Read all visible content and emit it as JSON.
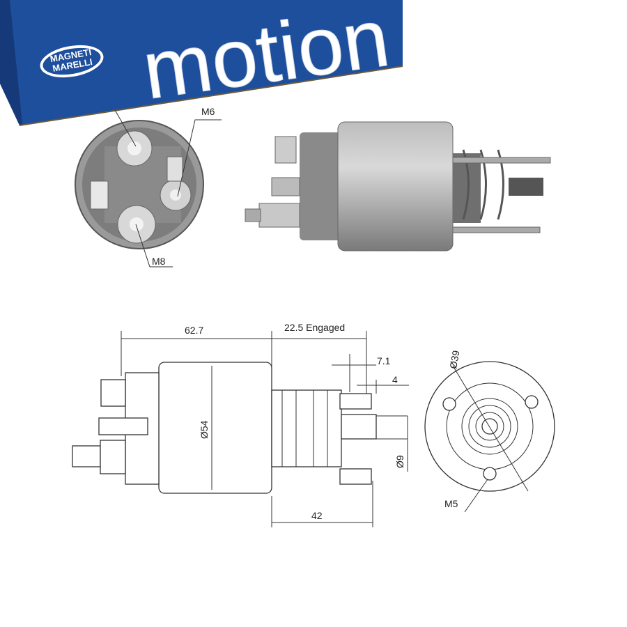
{
  "banner": {
    "brand_logo": "MAGNETI MARELLI",
    "product_line": "motion",
    "color": "#1e4f9c"
  },
  "photo_labels": {
    "terminal_small": "M6",
    "terminal_large": "M8"
  },
  "drawing": {
    "body_length": "62.7",
    "engaged_travel": "22.5 Engaged",
    "offset_a": "7.1",
    "offset_b": "4",
    "body_diameter": "Ø54",
    "plunger_diameter": "Ø9",
    "plunger_length": "42",
    "bolt_circle": "Ø39",
    "mount_thread": "M5"
  }
}
